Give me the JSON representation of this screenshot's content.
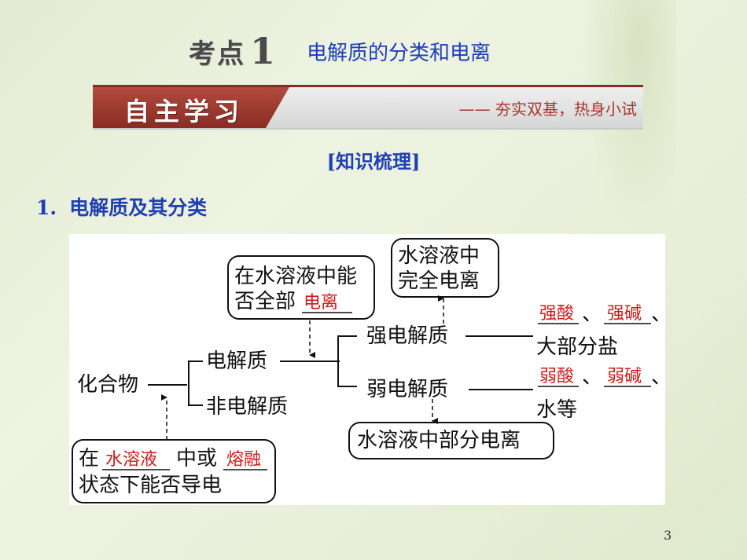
{
  "title": {
    "badge": "考点",
    "number": "1",
    "text": "电解质的分类和电离"
  },
  "banner": {
    "label": "自主学习",
    "tagline": "—— 夯实双基，热身小试"
  },
  "section_heading": "[知识梳理]",
  "item": {
    "number": "1.",
    "text": "电解质及其分类"
  },
  "diagram": {
    "root": "化合物",
    "electrolyte": "电解质",
    "non_electrolyte": "非电解质",
    "strong": "强电解质",
    "weak": "弱电解质",
    "top_box_line1": "在水溶液中能",
    "top_box_line2": "否全部",
    "top_box_blank": "电离",
    "full_box_line1": "水溶液中",
    "full_box_line2": "完全电离",
    "partial_box": "水溶液中部分电离",
    "bottom_prefix": "在",
    "bottom_blank1": "水溶液",
    "bottom_middle": "中或",
    "bottom_blank2": "熔融",
    "bottom_line2": "状态下能否导电",
    "strong_ex1": "强酸",
    "strong_ex2": "强碱",
    "sep": "、",
    "strong_tail": "大部分盐",
    "weak_ex1": "弱酸",
    "weak_ex2": "弱碱",
    "weak_tail": "水等"
  },
  "page_number": "3"
}
